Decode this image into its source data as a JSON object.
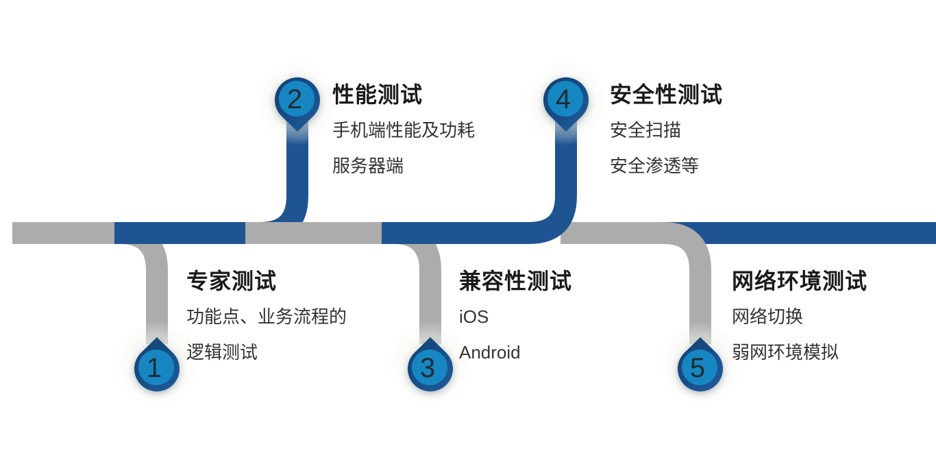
{
  "diagram": {
    "type": "testing-process-roadmap",
    "colors": {
      "road_blue": "#1F5493",
      "road_gray": "#ACACAC",
      "pin_outer_dark": "#123F70",
      "pin_outer_light": "#1E5C9E",
      "pin_inner": "#1787C3",
      "number_text": "#222B33",
      "title_text": "#1A1A1A",
      "body_text": "#333333"
    },
    "stages": [
      {
        "number": "1",
        "title": "专家测试",
        "lines": [
          "功能点、业务流程的",
          "逻辑测试"
        ],
        "position": "below"
      },
      {
        "number": "2",
        "title": "性能测试",
        "lines": [
          "手机端性能及功耗",
          "服务器端"
        ],
        "position": "above"
      },
      {
        "number": "3",
        "title": "兼容性测试",
        "lines": [
          "iOS",
          "Android"
        ],
        "position": "below"
      },
      {
        "number": "4",
        "title": "安全性测试",
        "lines": [
          "安全扫描",
          "安全渗透等"
        ],
        "position": "above"
      },
      {
        "number": "5",
        "title": "网络环境测试",
        "lines": [
          "网络切换",
          "弱网环境模拟"
        ],
        "position": "below"
      }
    ]
  }
}
